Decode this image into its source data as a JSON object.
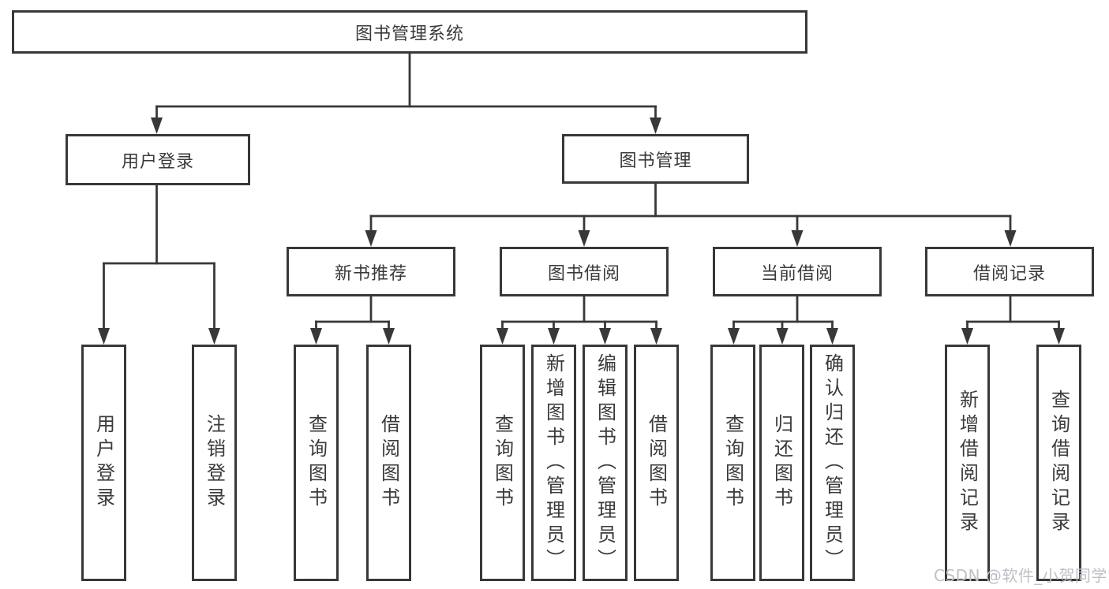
{
  "diagram_title": "图书管理系统",
  "colors": {
    "line": "#383838",
    "box_border": "#383838",
    "text": "#3a3a3a",
    "background": "#ffffff",
    "watermark": "#bdc1c7"
  },
  "root": {
    "label": "图书管理系统"
  },
  "level2": [
    {
      "label": "用户登录"
    },
    {
      "label": "图书管理"
    }
  ],
  "level3": [
    {
      "label": "新书推荐",
      "parent": "图书管理"
    },
    {
      "label": "图书借阅",
      "parent": "图书管理"
    },
    {
      "label": "当前借阅",
      "parent": "图书管理"
    },
    {
      "label": "借阅记录",
      "parent": "图书管理"
    }
  ],
  "level4_groups": [
    {
      "parent": "用户登录",
      "items": [
        {
          "label": "用户登录"
        },
        {
          "label": "注销登录"
        }
      ]
    },
    {
      "parent": "新书推荐",
      "items": [
        {
          "label": "查询图书"
        },
        {
          "label": "借阅图书"
        }
      ]
    },
    {
      "parent": "图书借阅",
      "items": [
        {
          "label": "查询图书"
        },
        {
          "label": "新增图书（管理员）"
        },
        {
          "label": "编辑图书（管理员）"
        },
        {
          "label": "借阅图书"
        }
      ]
    },
    {
      "parent": "当前借阅",
      "items": [
        {
          "label": "查询图书"
        },
        {
          "label": "归还图书"
        },
        {
          "label": "确认归还（管理员）"
        }
      ]
    },
    {
      "parent": "借阅记录",
      "items": [
        {
          "label": "新增借阅记录"
        },
        {
          "label": "查询借阅记录"
        }
      ]
    }
  ],
  "watermark": {
    "text": "CSDN @软件_小贺同学"
  }
}
